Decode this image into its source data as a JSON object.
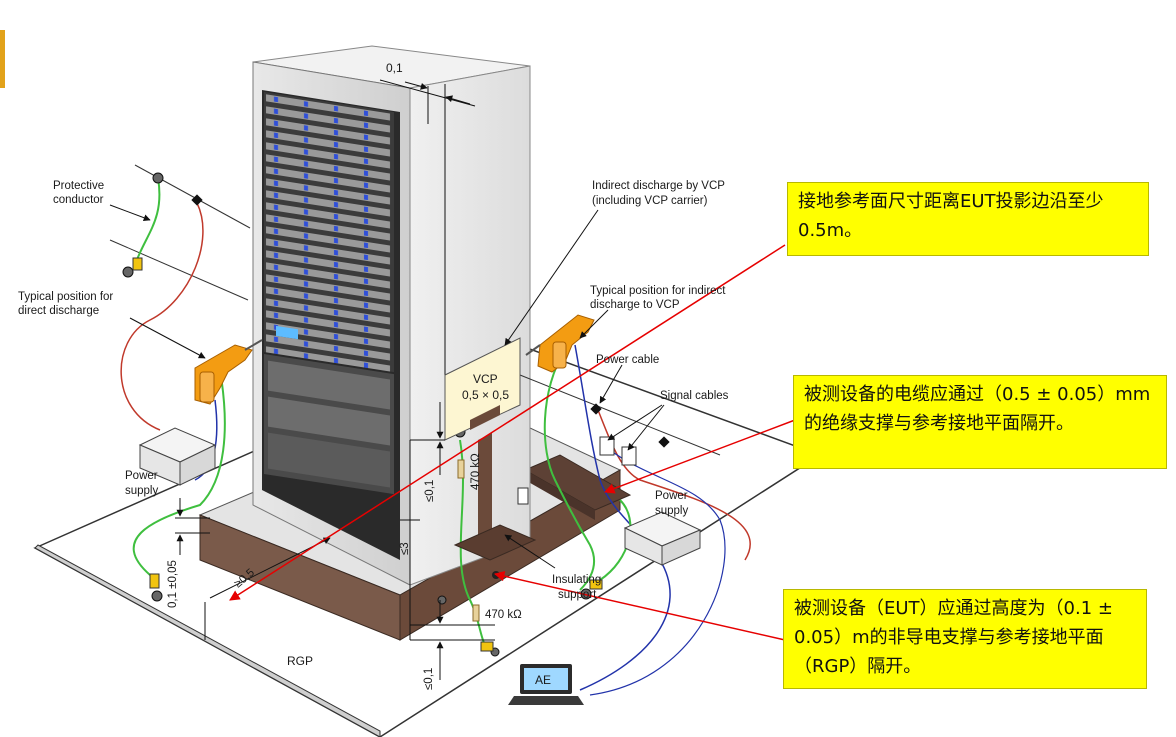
{
  "labels": {
    "dim_top": "0,1",
    "protective_conductor_1": "Protective",
    "protective_conductor_2": "conductor",
    "direct_discharge_1": "Typical position for",
    "direct_discharge_2": "direct discharge",
    "indirect_vcp_1": "Indirect discharge by VCP",
    "indirect_vcp_2": "(including VCP carrier)",
    "indirect_pos_1": "Typical position for indirect",
    "indirect_pos_2": "discharge to VCP",
    "vcp": "VCP",
    "vcp_size": "0,5 × 0,5",
    "power_cable": "Power cable",
    "signal_cables": "Signal cables",
    "power_supply_left_1": "Power",
    "power_supply_left_2": "supply",
    "power_supply_right_1": "Power",
    "power_supply_right_2": "supply",
    "resistor_upper": "470 kΩ",
    "resistor_lower": "470 kΩ",
    "dim_vcp_gap": "≤0,1",
    "dim_height": "≤3",
    "dim_eut_support": "0,1 ±0,05",
    "dim_margin": "≥0,5",
    "dim_bottom": "≤0,1",
    "insulating_1": "Insulating",
    "insulating_2": "support",
    "rgp": "RGP",
    "ae": "AE"
  },
  "notes": {
    "rgp_size": "接地参考面尺寸距离EUT投影边沿至少0.5m。",
    "cable_support": "被测设备的电缆应通过（0.5 ± 0.05）mm的绝缘支撑与参考接地平面隔开。",
    "eut_support": "被测设备（EUT）应通过高度为（0.1 ± 0.05）m的非导电支撑与参考接地平面（RGP）隔开。"
  },
  "colors": {
    "note_bg": "#ffff00",
    "arrow": "#e60000",
    "gun": "#f39c12",
    "green_wire": "#3fbf3f",
    "red_wire": "#c0392b",
    "blue_wire": "#2233aa",
    "support": "#6b4a3a"
  }
}
